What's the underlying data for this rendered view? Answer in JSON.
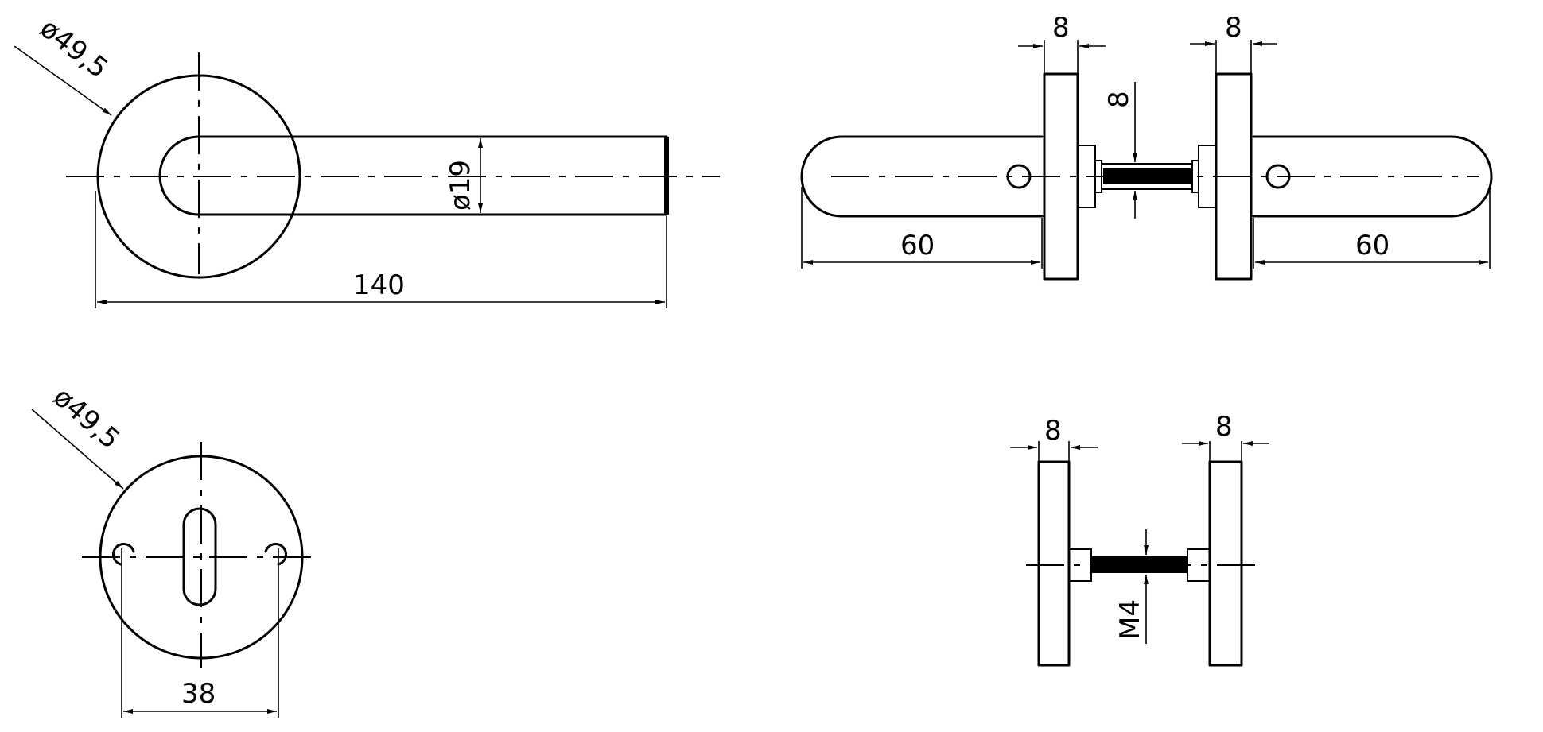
{
  "dimensions": {
    "lever_rose_diameter": "ø49,5",
    "lever_bar_diameter": "ø19",
    "lever_length": "140",
    "rose_thickness_left": "8",
    "rose_thickness_right": "8",
    "spindle_size": "8",
    "lever_reach_left": "60",
    "lever_reach_right": "60",
    "key_rose_diameter": "ø49,5",
    "screw_spacing": "38",
    "screw_rose_thickness_left": "8",
    "screw_rose_thickness_right": "8",
    "thread_size": "M4"
  }
}
